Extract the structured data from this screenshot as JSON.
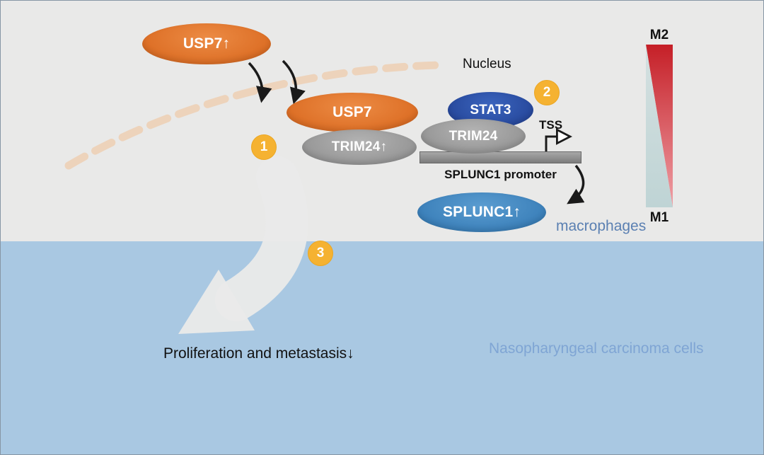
{
  "diagram": {
    "nucleus_label": "Nucleus",
    "macrophages_label": "macrophages",
    "carcinoma_label": "Nasopharyngeal carcinoma cells",
    "outcome_label": "Proliferation and metastasis↓",
    "promoter_label": "SPLUNC1 promoter",
    "tss_label": "TSS"
  },
  "nodes": {
    "usp7_cytoplasm": {
      "label": "USP7↑",
      "color": "#dd6f26"
    },
    "usp7_nucleus": {
      "label": "USP7",
      "color": "#dd6f26"
    },
    "trim24_up": {
      "label": "TRIM24↑",
      "color": "#979797"
    },
    "stat3": {
      "label": "STAT3",
      "color": "#27489c"
    },
    "trim24_promoter": {
      "label": "TRIM24",
      "color": "#979797"
    },
    "splunc1": {
      "label": "SPLUNC1↑",
      "color": "#3a7fb9"
    }
  },
  "steps": [
    {
      "number": "1"
    },
    {
      "number": "2"
    },
    {
      "number": "3"
    }
  ],
  "step_color": "#f5b231",
  "polarization_bar": {
    "top_label": "M2",
    "bottom_label": "M1",
    "m2_color": "#c51f27",
    "m1_color": "#c3d5d6"
  },
  "background": {
    "macrophage_region_color": "#e9e9e8",
    "carcinoma_region_color": "#a9c8e2",
    "membrane_color": "#edd3bb"
  }
}
